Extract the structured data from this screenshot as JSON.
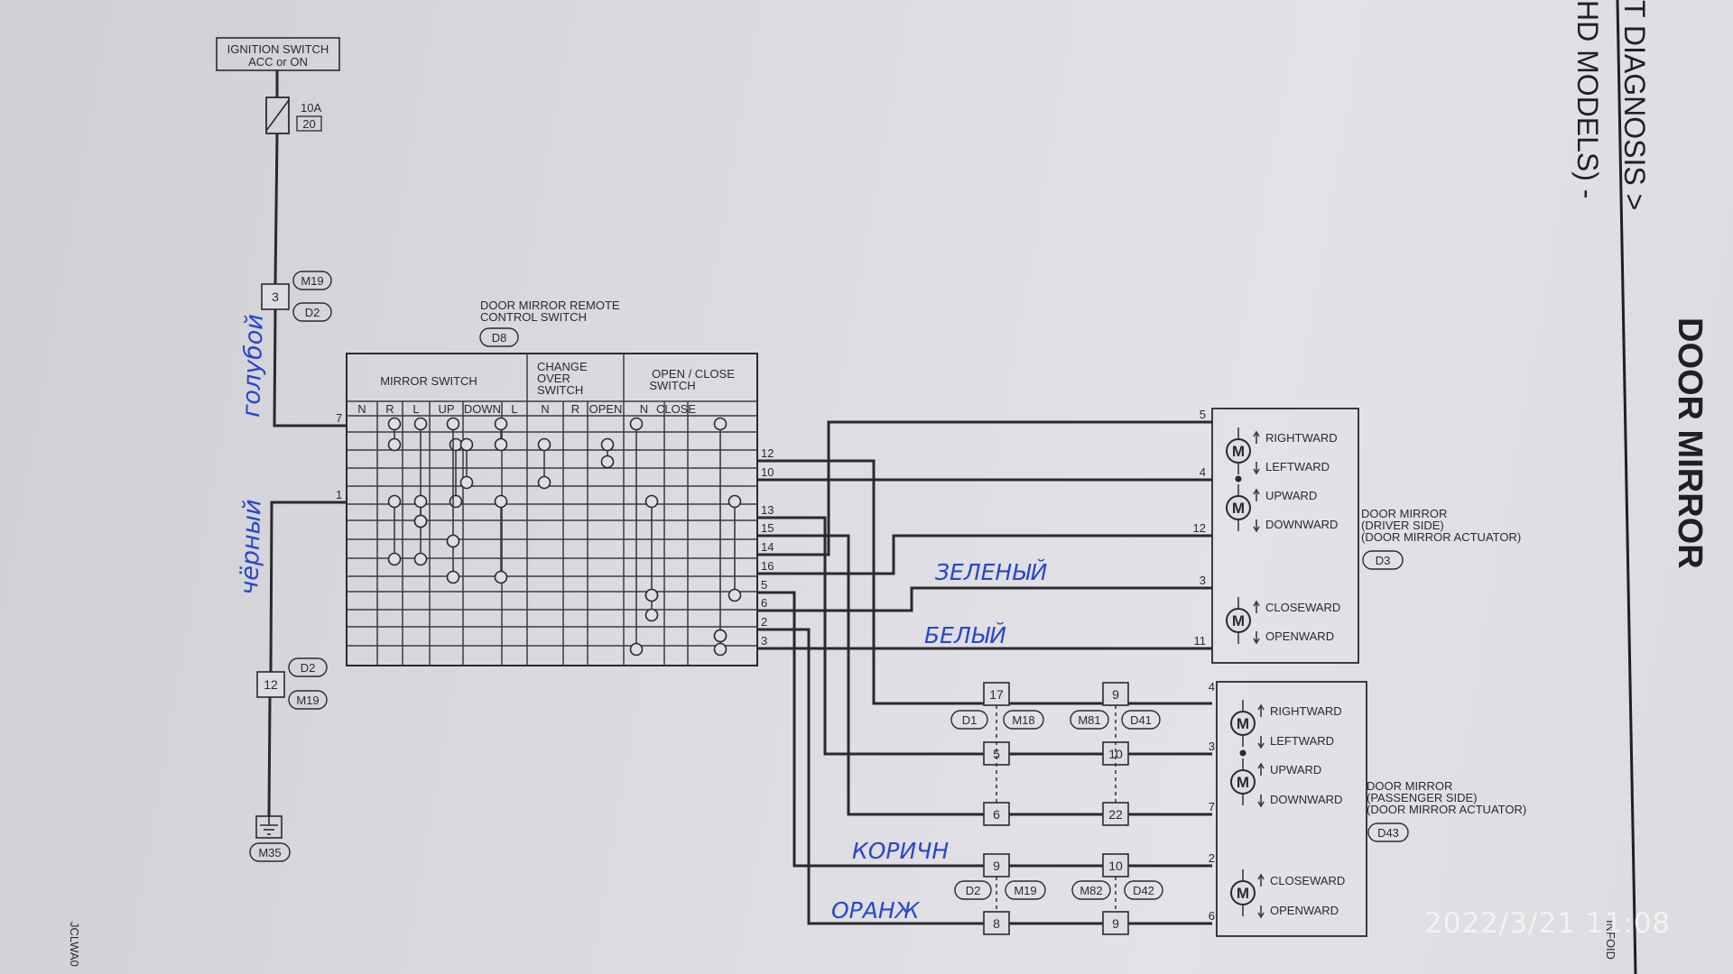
{
  "page": {
    "title": "DOOR MIRROR",
    "edge_text_1": "T DIAGNOSIS >",
    "edge_text_2": "HD MODELS) -",
    "side_code_left": "JCLWA0",
    "side_code_right": "INFOID",
    "timestamp": "2022/3/21 11:08"
  },
  "power": {
    "ignition_line1": "IGNITION SWITCH",
    "ignition_line2": "ACC or ON",
    "fuse_rating": "10A",
    "fuse_number": "20",
    "ground_connector": "M35"
  },
  "connectors": {
    "top_pin": "3",
    "top_c1": "M19",
    "top_c2": "D2",
    "bottom_pin": "12",
    "bottom_c1": "D2",
    "bottom_c2": "M19"
  },
  "switch": {
    "name_line1": "DOOR MIRROR REMOTE",
    "name_line2": "CONTROL SWITCH",
    "connector": "D8",
    "group_mirror": "MIRROR SWITCH",
    "group_change_1": "CHANGE",
    "group_change_2": "OVER",
    "group_change_3": "SWITCH",
    "group_open_1": "OPEN / CLOSE",
    "group_open_2": "SWITCH",
    "columns": [
      "N",
      "R",
      "L",
      "UP",
      "DOWN",
      "L",
      "N",
      "R",
      "OPEN",
      "N",
      "CLOSE"
    ],
    "input_pins": [
      "7",
      "1"
    ],
    "output_pins": [
      "12",
      "10",
      "13",
      "15",
      "14",
      "16",
      "5",
      "6",
      "2",
      "3"
    ]
  },
  "driver_mirror": {
    "line1": "DOOR MIRROR",
    "line2": "(DRIVER SIDE)",
    "line3": "(DOOR MIRROR ACTUATOR)",
    "connector": "D3",
    "pins": [
      "5",
      "4",
      "12",
      "3",
      "11"
    ],
    "functions": [
      "RIGHTWARD",
      "LEFTWARD",
      "UPWARD",
      "DOWNWARD",
      "CLOSEWARD",
      "OPENWARD"
    ]
  },
  "passenger_mirror": {
    "line1": "DOOR MIRROR",
    "line2": "(PASSENGER SIDE)",
    "line3": "(DOOR MIRROR ACTUATOR)",
    "connector": "D43",
    "pins": [
      "4",
      "3",
      "7",
      "2",
      "6"
    ],
    "functions": [
      "RIGHTWARD",
      "LEFTWARD",
      "UPWARD",
      "DOWNWARD",
      "CLOSEWARD",
      "OPENWARD"
    ]
  },
  "joints": {
    "group1_a": "D1",
    "group1_b": "M18",
    "group1_c": "M81",
    "group1_d": "D41",
    "group2_a": "D2",
    "group2_b": "M19",
    "group2_c": "M82",
    "group2_d": "D42",
    "col1_pins": [
      "17",
      "5",
      "6",
      "9",
      "8"
    ],
    "col2_pins": [
      "9",
      "10",
      "22",
      "10",
      "9"
    ]
  },
  "handwriting": {
    "blue_wire": "голубой",
    "black_wire": "чёрный",
    "green": "ЗЕЛЕНЫЙ",
    "white": "БЕЛЫЙ",
    "brown": "КОРИЧН",
    "orange": "ОРАНЖ"
  },
  "motor_symbol": "M"
}
